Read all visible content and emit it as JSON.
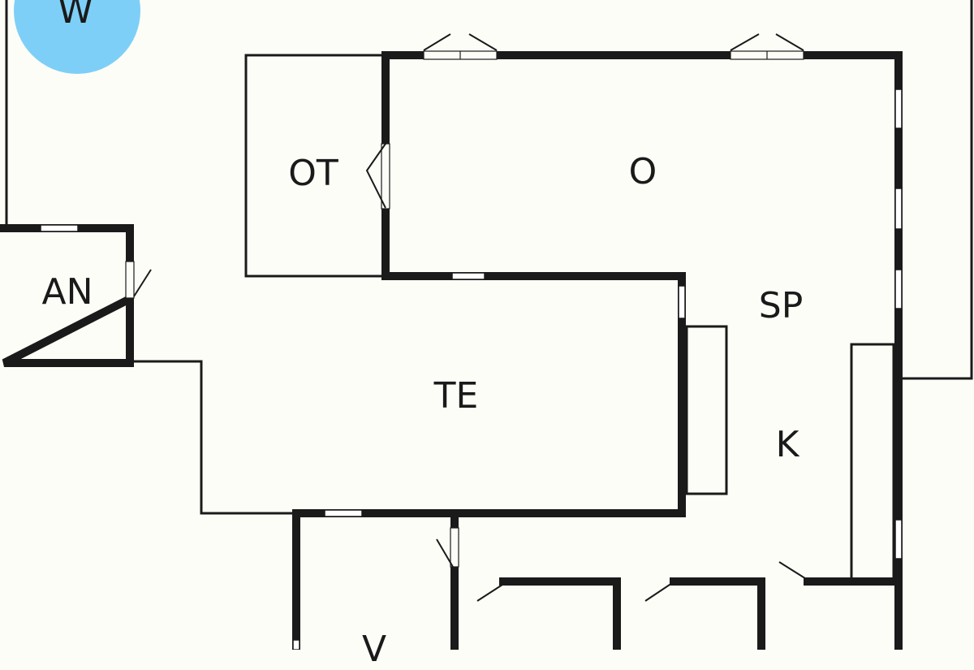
{
  "colors": {
    "wall": "#1a1a1a",
    "floor": "#fdfdf8",
    "compass": "#7ecff7"
  },
  "icons": {
    "compass": "compass-circle-icon",
    "door": "door-swing-icon",
    "window": "window-icon"
  },
  "compass": {
    "letter": "W"
  },
  "rooms": {
    "ot": "OT",
    "o": "O",
    "an": "AN",
    "sp": "SP",
    "te": "TE",
    "k": "K",
    "v": "V"
  }
}
